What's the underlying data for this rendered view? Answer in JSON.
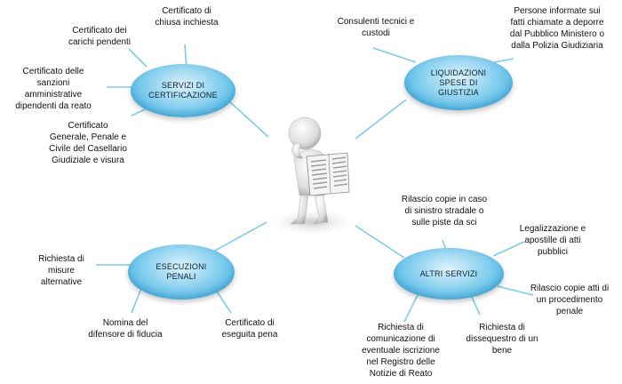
{
  "hubs": [
    {
      "label": "SERVIZI DI\nCERTIFICAZIONE"
    },
    {
      "label": "LIQUIDAZIONI\nSPESE DI\nGIUSTIZIA"
    },
    {
      "label": "ESECUZIONI\nPENALI"
    },
    {
      "label": "ALTRI SERVIZI"
    }
  ],
  "certificazione": [
    {
      "label": "Certificato di\nchiusa inchiesta"
    },
    {
      "label": "Certificato dei\ncarichi pendenti"
    },
    {
      "label": "Certificato delle\nsanzioni\namministrative\ndipendenti da reato"
    },
    {
      "label": "Certificato\nGenerale, Penale e\nCivile del Casellario\nGiudiziale e visura"
    }
  ],
  "liquidazioni": [
    {
      "label": "Consulenti tecnici e\ncustodi"
    },
    {
      "label": "Persone informate sui\nfatti chiamate a deporre\ndal Pubblico Ministero o\ndalla Polizia Giudiziaria"
    }
  ],
  "esecuzioni": [
    {
      "label": "Richiesta di\nmisure\nalternative"
    },
    {
      "label": "Nomina del\ndifensore di fiducia"
    },
    {
      "label": "Certificato di\neseguita pena"
    }
  ],
  "altri": [
    {
      "label": "Rilascio copie in caso\ndi sinistro stradale o\nsulle piste da sci"
    },
    {
      "label": "Legalizzazione e\napostille di atti\npubblici"
    },
    {
      "label": "Rilascio copie atti di\nun procedimento\npenale"
    },
    {
      "label": "Richiesta di\ndissequestro di un\nbene"
    },
    {
      "label": "Richiesta di\ncomunicazione di\neventuale iscrizione\nnel Registro delle\nNotizie di Reato"
    }
  ]
}
